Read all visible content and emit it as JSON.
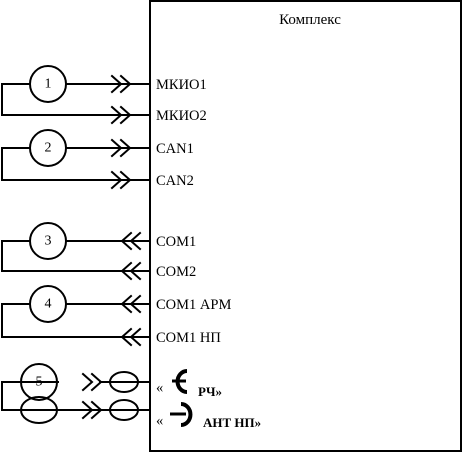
{
  "block": {
    "title": "Комплекс"
  },
  "ports": {
    "mkio1": "МКИО1",
    "mkio2": "МКИО2",
    "can1": "CAN1",
    "can2": "CAN2",
    "com1": "COM1",
    "com2": "COM2",
    "com1_arm": "COM1 АРМ",
    "com1_np": "COM1 НП",
    "rf_quote": "«",
    "rf_label": "РЧ»",
    "ant_quote": "«",
    "ant_label": "АНТ НП»"
  },
  "harness_numbers": [
    "1",
    "2",
    "3",
    "4",
    "5"
  ]
}
